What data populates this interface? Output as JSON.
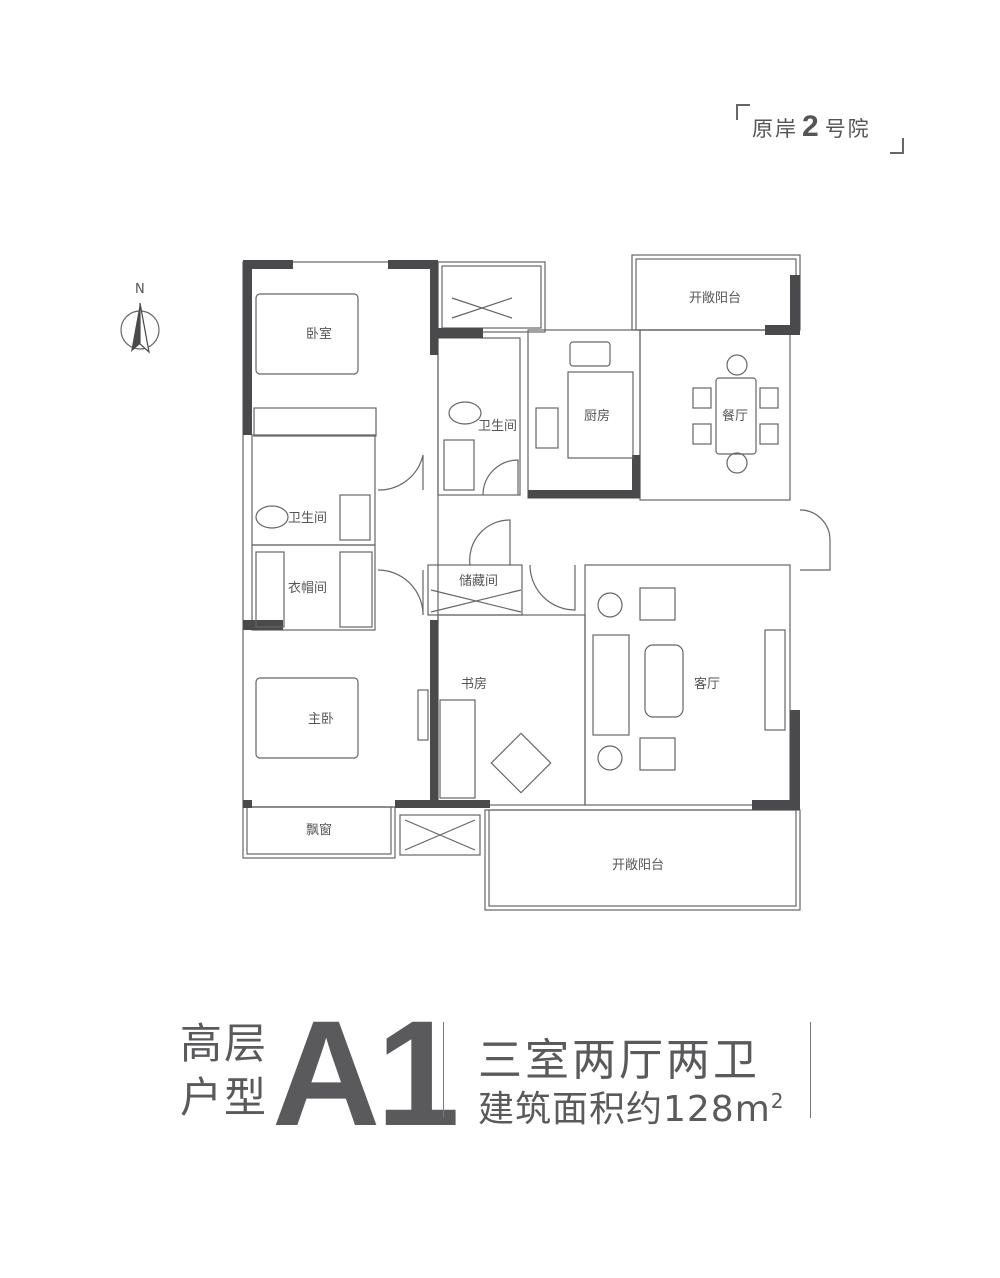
{
  "project": {
    "prefix": "原岸",
    "number": "2",
    "suffix": "号院"
  },
  "compass": {
    "label": "N"
  },
  "rooms": {
    "bedroom": "卧室",
    "bath1": "卫生间",
    "bath2": "卫生间",
    "kitchen": "厨房",
    "dining": "餐厅",
    "closet": "衣帽间",
    "storage": "储藏间",
    "study": "书房",
    "living": "客厅",
    "master": "主卧",
    "bay_window": "飘窗",
    "balcony_top": "开敞阳台",
    "balcony_bottom": "开敞阳台"
  },
  "footer": {
    "type_line1": "高层",
    "type_line2": "户型",
    "model": "A1",
    "layout": "三室两厅两卫",
    "area_label": "建筑面积约128m",
    "area_sup": "2"
  },
  "colors": {
    "wall": "#4a4a4c",
    "line": "#666666",
    "text": "#5a5a5c"
  }
}
